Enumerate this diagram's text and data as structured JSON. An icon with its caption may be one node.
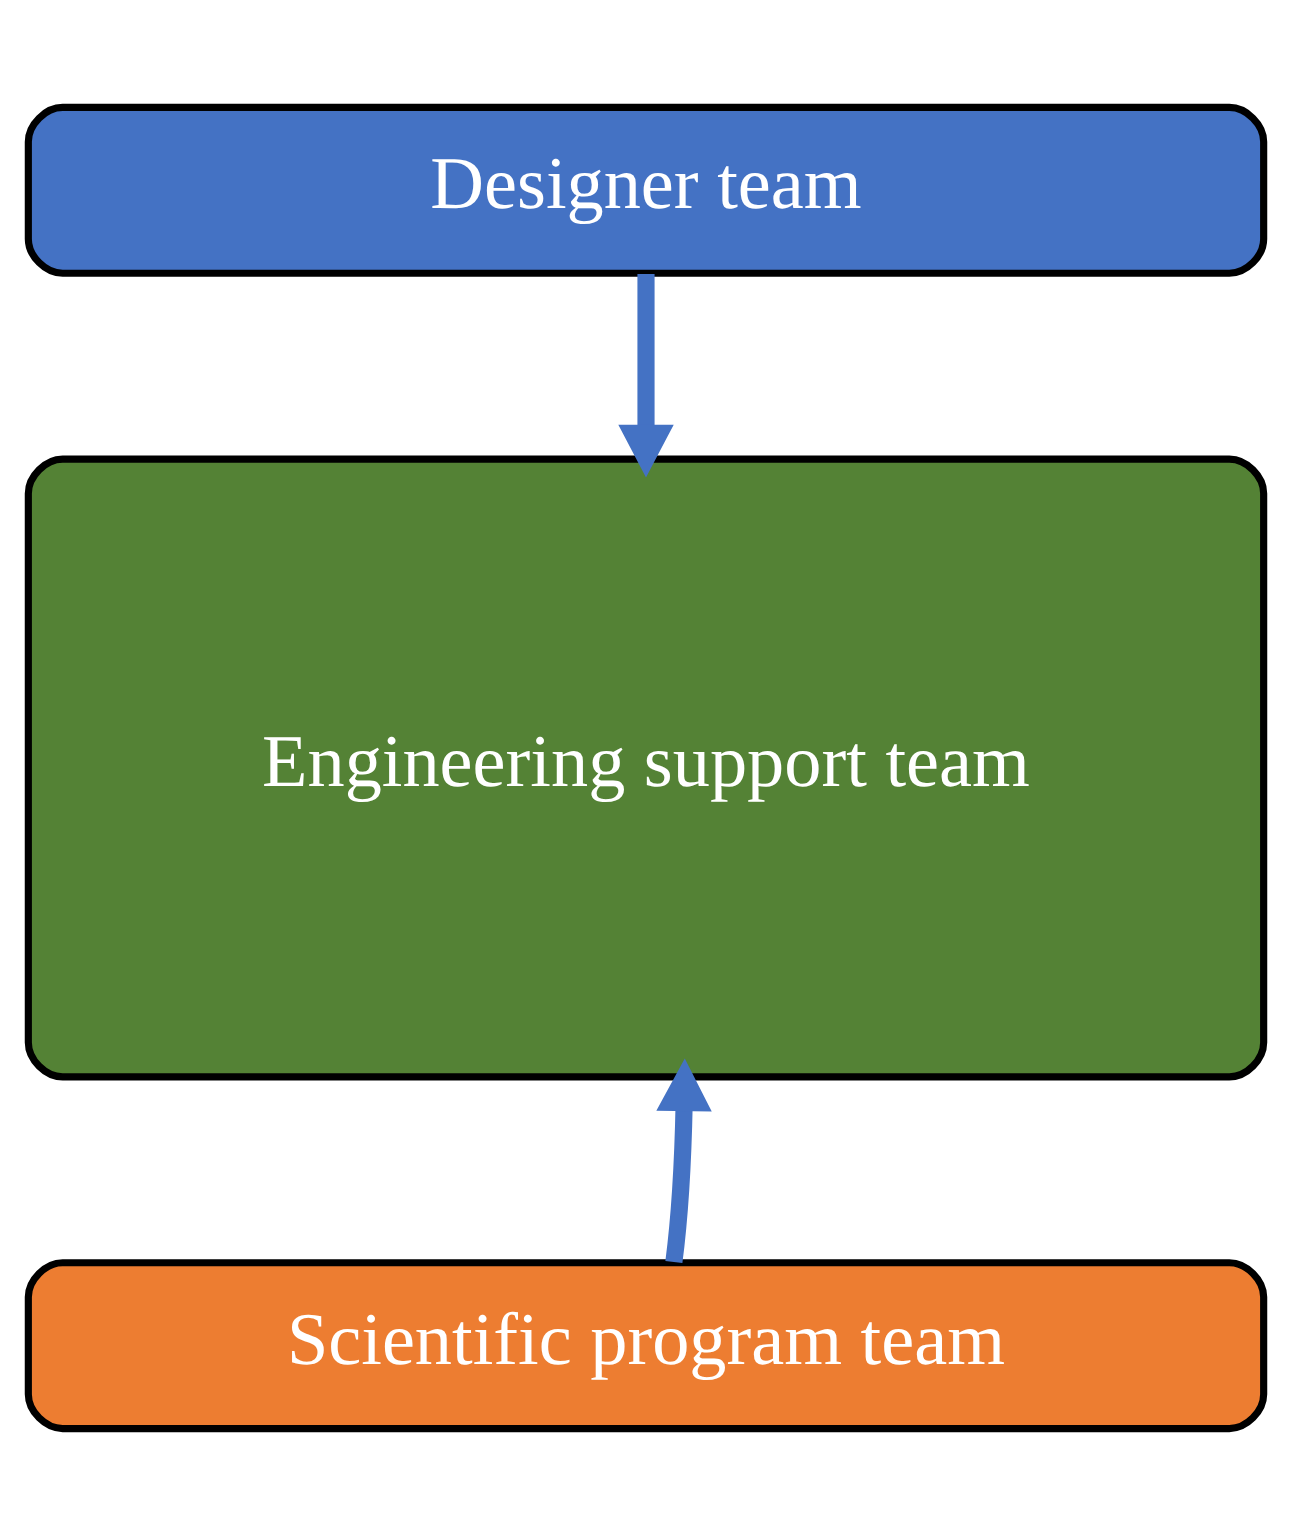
{
  "diagram": {
    "nodes": [
      {
        "text": [
          "Designer team"
        ]
      },
      {
        "text": [
          "Engineering support team"
        ]
      },
      {
        "text": [
          "Scientific program team"
        ]
      }
    ],
    "edges": [
      {
        "from": 0,
        "to": 1,
        "arrow": "to"
      },
      {
        "from": 2,
        "to": 1,
        "arrow": "to"
      }
    ]
  }
}
